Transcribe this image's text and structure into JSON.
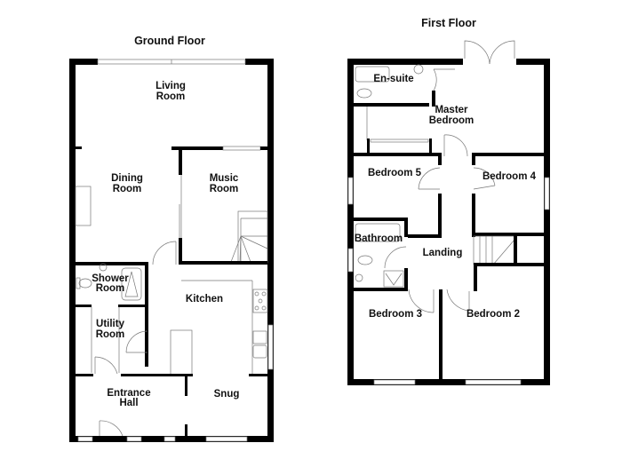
{
  "floors": {
    "ground": {
      "title": "Ground Floor",
      "rooms": {
        "living_room": [
          "Living",
          "Room"
        ],
        "dining_room": [
          "Dining",
          "Room"
        ],
        "music_room": [
          "Music",
          "Room"
        ],
        "shower_room": [
          "Shower",
          "Room"
        ],
        "kitchen": "Kitchen",
        "utility_room": [
          "Utility",
          "Room"
        ],
        "entrance_hall": [
          "Entrance",
          "Hall"
        ],
        "snug": "Snug"
      }
    },
    "first": {
      "title": "First Floor",
      "rooms": {
        "en_suite": "En-suite",
        "master_bedroom": [
          "Master",
          "Bedroom"
        ],
        "bedroom_5": "Bedroom 5",
        "bedroom_4": "Bedroom 4",
        "bathroom": "Bathroom",
        "landing": "Landing",
        "bedroom_3": "Bedroom 3",
        "bedroom_2": "Bedroom 2"
      }
    }
  },
  "colors": {
    "wall": "#000000",
    "fixture": "#777777",
    "background": "#ffffff"
  }
}
